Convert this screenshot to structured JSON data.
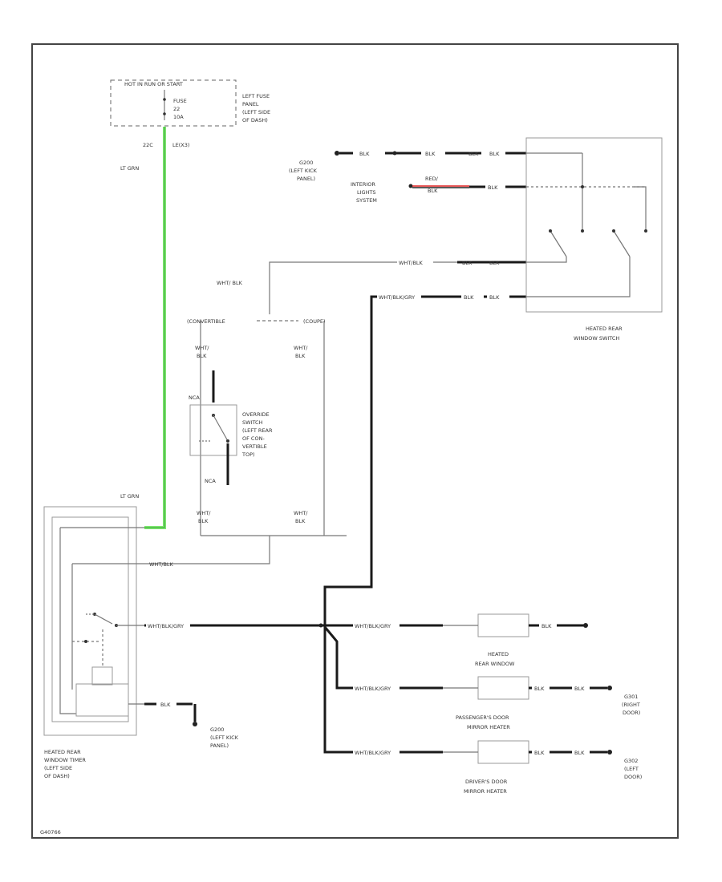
{
  "fuse_panel": {
    "header": "HOT IN RUN OR START",
    "fuse_name": "FUSE",
    "fuse_num": "22",
    "fuse_amp": "10A",
    "location": [
      "LEFT FUSE",
      "PANEL",
      "(LEFT SIDE",
      "OF DASH)"
    ]
  },
  "fuse_out": {
    "pin": "22C",
    "connector": "LE(X3)"
  },
  "lt_grn_top": "LT GRN",
  "lt_grn_bottom": "LT GRN",
  "ground_g200": [
    "G200",
    "(LEFT KICK",
    "PANEL)"
  ],
  "interior_lights": [
    "INTERIOR",
    "LIGHTS",
    "SYSTEM"
  ],
  "switch_top_wires": {
    "row1": [
      "BLK",
      "BLK",
      "BLK",
      "BLK"
    ],
    "row2_red": "RED/",
    "row2": [
      "BLK",
      "BLK"
    ]
  },
  "whtblk_row": [
    "WHT/BLK",
    "BLK",
    "BLK"
  ],
  "tan_row": [
    "WHT/BLK/GRY",
    "BLK",
    "BLK"
  ],
  "heated_rear_window_switch": [
    "HEATED REAR",
    "WINDOW SWITCH"
  ],
  "whtblk_left": "WHT/ BLK",
  "connectors": {
    "left": "(CONVERTIBLE",
    "right": "(COUPE)"
  },
  "override": {
    "wire_upper_left": [
      "WHT/",
      "BLK"
    ],
    "wire_upper_right": [
      "WHT/",
      "BLK"
    ],
    "nca_top": "NCA",
    "nca_bottom": "NCA",
    "label": [
      "OVERRIDE",
      "SWITCH",
      "(LEFT REAR",
      "OF CON-",
      "VERTIBLE",
      "TOP)"
    ],
    "wire_lower_left": [
      "WHT/",
      "BLK"
    ],
    "wire_lower_right": [
      "WHT/",
      "BLK"
    ]
  },
  "timer_wire_upper": "WHT/BLK",
  "timer_wire_main": "WHT/BLK/GRY",
  "timer_wire_ground": "BLK",
  "ground_g200_bottom": [
    "G200",
    "(LEFT KICK",
    "PANEL)"
  ],
  "timer_label": [
    "HEATED REAR",
    "WINDOW TIMER",
    "(LEFT SIDE",
    "OF DASH)"
  ],
  "loads": {
    "rear_window": {
      "wire": "WHT/BLK/GRY",
      "out": "BLK",
      "label": [
        "HEATED",
        "REAR WINDOW"
      ]
    },
    "passenger_mirror": {
      "wire": "WHT/BLK/GRY",
      "out1": "BLK",
      "out2": "BLK",
      "label": [
        "PASSENGER'S DOOR",
        "MIRROR HEATER"
      ],
      "ground": [
        "G301",
        "(RIGHT",
        "DOOR)"
      ]
    },
    "driver_mirror": {
      "wire": "WHT/BLK/GRY",
      "out1": "BLK",
      "out2": "BLK",
      "label": [
        "DRIVER'S DOOR",
        "MIRROR HEATER"
      ],
      "ground": [
        "G302",
        "(LEFT",
        "DOOR)"
      ]
    }
  },
  "figure_id": "G40766",
  "colors": {
    "lt_grn_wire": "#7ee86f",
    "red_wire": "#e02020",
    "frame": "#444444"
  }
}
